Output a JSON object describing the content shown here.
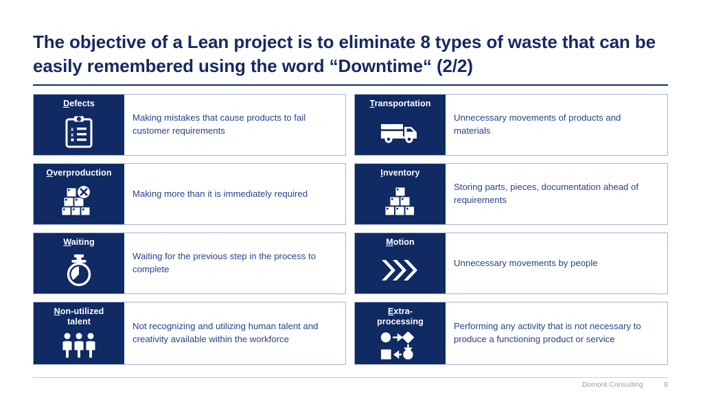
{
  "slide": {
    "title": "The objective of a Lean project is to eliminate 8 types of waste that can be easily remembered using the word “Downtime“ (2/2)",
    "accent_color": "#102A63",
    "text_color": "#26428c",
    "card_border_color": "#aab3cd"
  },
  "cards": [
    {
      "key": "defects",
      "initial": "D",
      "rest": "efects",
      "title": "Defects",
      "icon": "clipboard-checklist-icon",
      "description": "Making mistakes that cause products to fail customer requirements"
    },
    {
      "key": "transportation",
      "initial": "T",
      "rest": "ransportation",
      "title": "Transportation",
      "icon": "truck-icon",
      "description": "Unnecessary movements of products and materials"
    },
    {
      "key": "overproduction",
      "initial": "O",
      "rest": "verproduction",
      "title": "Overproduction",
      "icon": "boxes-with-cross-icon",
      "description": "Making more than it is immediately required"
    },
    {
      "key": "inventory",
      "initial": "I",
      "rest": "nventory",
      "title": "Inventory",
      "icon": "stacked-boxes-icon",
      "description": "Storing parts, pieces, documentation ahead of requirements"
    },
    {
      "key": "waiting",
      "initial": "W",
      "rest": "aiting",
      "title": "Waiting",
      "icon": "stopwatch-icon",
      "description": "Waiting for the previous step in the process to complete"
    },
    {
      "key": "motion",
      "initial": "M",
      "rest": "otion",
      "title": "Motion",
      "icon": "triple-chevron-icon",
      "description": "Unnecessary movements by people"
    },
    {
      "key": "non-utilized-talent",
      "initial": "N",
      "rest": "on-utilized",
      "line2": "talent",
      "title": "Non-utilized talent",
      "icon": "three-people-icon",
      "description": "Not recognizing and utilizing human talent and creativity available within the workforce"
    },
    {
      "key": "extra-processing",
      "initial": "E",
      "rest": "xtra-",
      "line2": "processing",
      "title": "Extra-processing",
      "icon": "process-flow-icon",
      "description": "Performing any activity that is not necessary to produce a functioning product or service"
    }
  ],
  "footer": {
    "company": "Domont Consulting",
    "page_number": "8"
  }
}
